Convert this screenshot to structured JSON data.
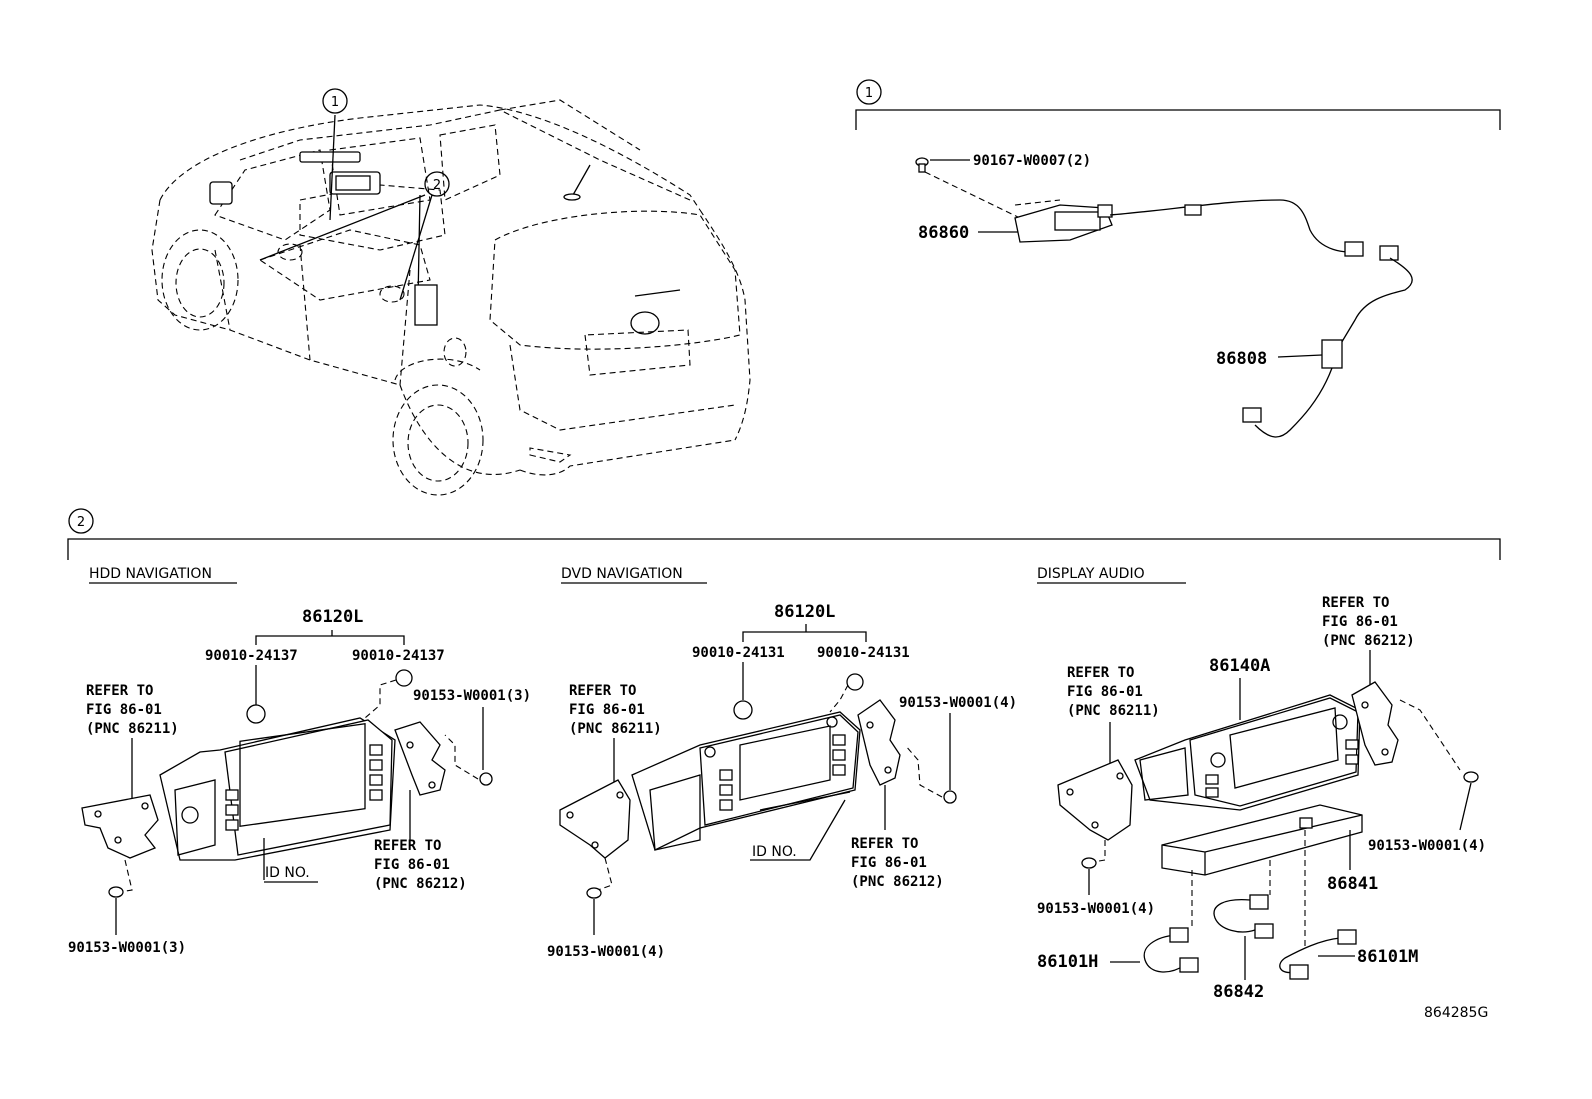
{
  "callouts": {
    "one": "1",
    "two": "2"
  },
  "section1": {
    "bolt": "90167-W0007(2)",
    "module": "86860",
    "harness": "86808"
  },
  "section2": {
    "hdd": {
      "header": "HDD NAVIGATION",
      "assembly": "86120L",
      "cap_left": "90010-24137",
      "cap_right": "90010-24137",
      "screw_right": "90153-W0001(3)",
      "screw_bottom": "90153-W0001(3)",
      "refer_left": [
        "REFER TO",
        "FIG 86-01",
        "(PNC 86211)"
      ],
      "refer_right": [
        "REFER TO",
        "FIG 86-01",
        "(PNC 86212)"
      ],
      "id_no": "ID NO."
    },
    "dvd": {
      "header": "DVD NAVIGATION",
      "assembly": "86120L",
      "cap_left": "90010-24131",
      "cap_right": "90010-24131",
      "screw_right": "90153-W0001(4)",
      "screw_bottom": "90153-W0001(4)",
      "refer_left": [
        "REFER TO",
        "FIG 86-01",
        "(PNC 86211)"
      ],
      "refer_right": [
        "REFER TO",
        "FIG 86-01",
        "(PNC 86212)"
      ],
      "id_no": "ID NO."
    },
    "display_audio": {
      "header": "DISPLAY AUDIO",
      "assembly": "86140A",
      "refer_left": [
        "REFER TO",
        "FIG 86-01",
        "(PNC 86211)"
      ],
      "refer_right": [
        "REFER TO",
        "FIG 86-01",
        "(PNC 86212)"
      ],
      "screw_left": "90153-W0001(4)",
      "screw_right": "90153-W0001(4)",
      "amp": "86841",
      "cable_a": "86101H",
      "cable_b": "86842",
      "cable_c": "86101M"
    }
  },
  "figure_id": "864285G"
}
